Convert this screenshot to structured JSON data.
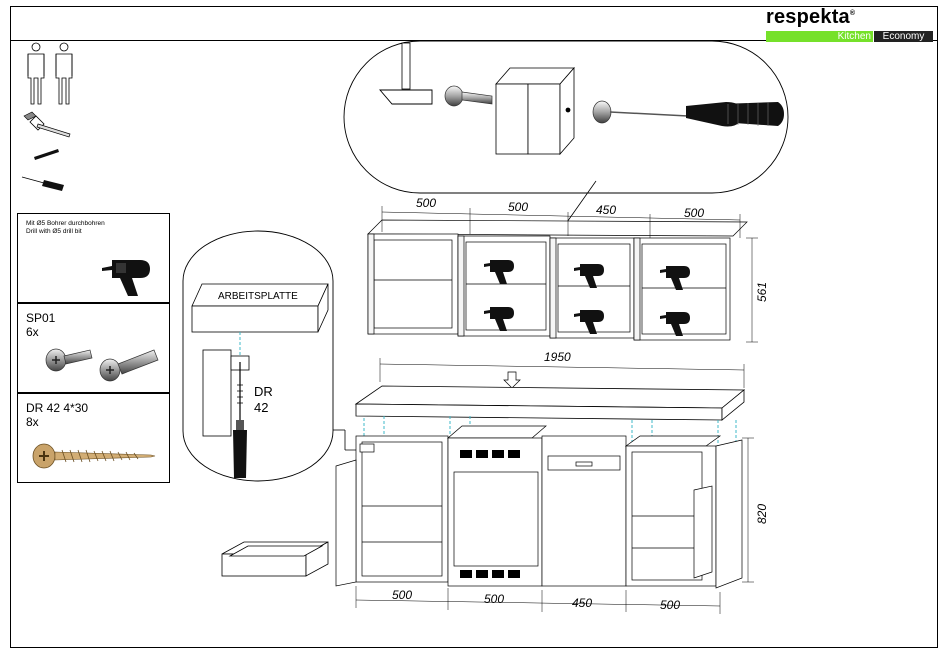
{
  "brand": {
    "name": "respekta",
    "registered": "®",
    "tagline_part1": "Kitchen",
    "tagline_part2": "Economy",
    "colors": {
      "green": "#76e12a",
      "dark": "#222222"
    }
  },
  "tools": {
    "icons": [
      "two-persons-icon",
      "hammer-icon",
      "dowel-icon",
      "screwdriver-icon"
    ]
  },
  "drill_box": {
    "text_de": "Mit Ø5 Bohrer durchbohren",
    "text_en": "Drill with Ø5 drill bit",
    "icon": "drill-icon"
  },
  "parts": [
    {
      "code": "SP01",
      "qty": "6x",
      "icon": "connector-bolt-icon"
    },
    {
      "code": "DR 42  4*30",
      "qty": "8x",
      "icon": "wood-screw-icon"
    }
  ],
  "detail": {
    "worktop_label": "ARBEITSPLATTE",
    "screw_code": "DR",
    "screw_size": "42"
  },
  "dimensions": {
    "upper_widths": [
      "500",
      "500",
      "450",
      "500"
    ],
    "upper_height": "561",
    "worktop_width": "1950",
    "lower_widths": [
      "500",
      "500",
      "450",
      "500"
    ],
    "lower_height": "820"
  }
}
